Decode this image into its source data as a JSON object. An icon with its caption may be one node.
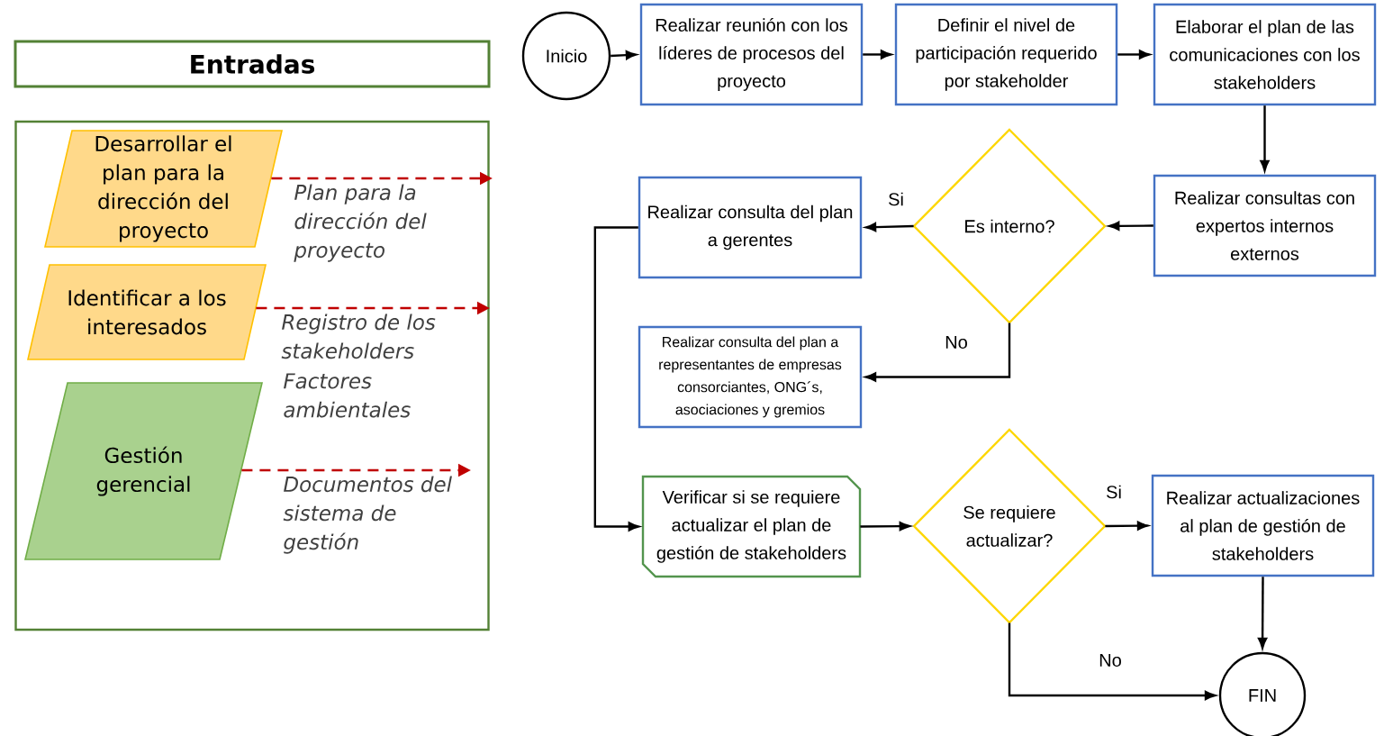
{
  "diagram": {
    "nodes": [
      {
        "text": [
          "Entradas"
        ]
      },
      {
        "text": [],
        "shape": "box"
      },
      {
        "text": [
          "Desarrollar el plan para la dirección del proyecto"
        ],
        "in": 1
      },
      {
        "text": [
          "Identificar a los interesados"
        ],
        "in": 1
      },
      {
        "text": [
          "Gestión gerencial"
        ],
        "in": 1
      },
      {
        "text": [
          "Inicio"
        ]
      },
      {
        "text": [
          "Realizar reunión con los líderes de procesos del proyecto"
        ]
      },
      {
        "text": [
          "Definir el nivel de participación requerido por stakeholder"
        ]
      },
      {
        "text": [
          "Elaborar el plan de las comunicaciones con los stakeholders"
        ]
      },
      {
        "text": [
          "Realizar consultas con expertos internos externos"
        ]
      },
      {
        "text": [
          "Es interno?"
        ]
      },
      {
        "text": [
          "Realizar consulta del plan a gerentes"
        ]
      },
      {
        "text": [
          "Realizar consulta del plan a representantes de empresas consorciantes, ONG´s, asociaciones y gremios"
        ]
      },
      {
        "text": [
          "Verificar si se requiere actualizar el plan de gestión de stakeholders"
        ]
      },
      {
        "text": [
          "Se requiere actualizar?"
        ]
      },
      {
        "text": [
          "Realizar actualizaciones al plan de gestión de stakeholders"
        ]
      },
      {
        "text": [
          "FIN"
        ]
      }
    ],
    "edges": [
      {
        "from": 2,
        "to": null,
        "arrow": "to",
        "style": "dashed",
        "color": "#c00000",
        "label": "Plan para la dirección del proyecto"
      },
      {
        "from": 3,
        "to": null,
        "arrow": "to",
        "style": "dashed",
        "color": "#c00000",
        "label": "Registro de los stakeholders"
      },
      {
        "from": 4,
        "to": null,
        "arrow": "to",
        "style": "dashed",
        "color": "#c00000",
        "label": "Documentos del sistema de gestión"
      },
      {
        "from": 5,
        "to": 6,
        "arrow": "to"
      },
      {
        "from": 6,
        "to": 7,
        "arrow": "to"
      },
      {
        "from": 7,
        "to": 8,
        "arrow": "to"
      },
      {
        "from": 8,
        "to": 9,
        "arrow": "to"
      },
      {
        "from": 9,
        "to": 10,
        "arrow": "to"
      },
      {
        "from": 10,
        "to": 11,
        "arrow": "to",
        "label": "Si"
      },
      {
        "from": 10,
        "to": 12,
        "arrow": "to",
        "label": "No"
      },
      {
        "from": 11,
        "to": 13,
        "arrow": "to"
      },
      {
        "from": 13,
        "to": 14,
        "arrow": "to"
      },
      {
        "from": 14,
        "to": 15,
        "arrow": "to",
        "label": "Si"
      },
      {
        "from": 15,
        "to": 16,
        "arrow": "to"
      },
      {
        "from": 14,
        "to": 16,
        "arrow": "to",
        "label": "No"
      }
    ],
    "labels": [
      "Factores ambientales"
    ]
  }
}
